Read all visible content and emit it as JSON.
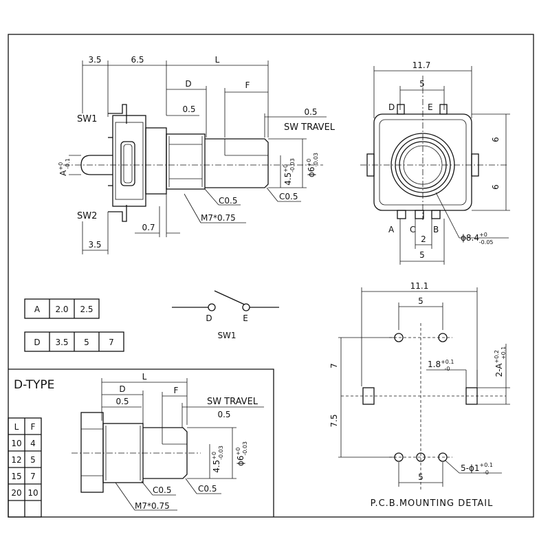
{
  "side_view": {
    "dim_3_5_top": "3.5",
    "dim_6_5": "6.5",
    "dim_L": "L",
    "dim_D": "D",
    "dim_F": "F",
    "dim_0_5_a": "0.5",
    "dim_0_5_b": "0.5",
    "sw_travel": "SW TRAVEL",
    "sw1": "SW1",
    "sw2": "SW2",
    "a_tol": "A",
    "a_tol_sup": "+0",
    "a_tol_sub": "-0.1",
    "d45": "4.5",
    "d45_sup": "+0",
    "d45_sub": "-0.03",
    "d6": "ɸ6",
    "d6_sup": "+0",
    "d6_sub": "-0.03",
    "c05_a": "C0.5",
    "c05_b": "C0.5",
    "m7": "M7*0.75",
    "dim_0_7": "0.7",
    "dim_3_5_bot": "3.5"
  },
  "front_view": {
    "dim_11_7": "11.7",
    "dim_5_top": "5",
    "pin_D": "D",
    "pin_E": "E",
    "dim_6_a": "6",
    "dim_6_b": "6",
    "pin_A": "A",
    "pin_C": "C",
    "pin_B": "B",
    "dim_2": "2",
    "dim_5_bot": "5",
    "dia_84": "ɸ8.4",
    "dia_84_sup": "+0",
    "dia_84_sub": "-0.05"
  },
  "table_A": [
    "A",
    "2.0",
    "2.5"
  ],
  "table_D": [
    "D",
    "3.5",
    "5",
    "7"
  ],
  "switch": {
    "pin_D": "D",
    "pin_E": "E",
    "label": "SW1"
  },
  "dtype": {
    "title": "D-TYPE",
    "dim_L": "L",
    "dim_D": "D",
    "dim_F": "F",
    "dim_0_5_a": "0.5",
    "dim_0_5_b": "0.5",
    "sw_travel": "SW TRAVEL",
    "d45": "4.5",
    "d45_sup": "+0",
    "d45_sub": "-0.03",
    "d6": "ɸ6",
    "d6_sup": "+0",
    "d6_sub": "-0.03",
    "c05_a": "C0.5",
    "c05_b": "C0.5",
    "m7": "M7*0.75",
    "lf_header": [
      "L",
      "F"
    ],
    "lf_rows": [
      [
        "10",
        "4"
      ],
      [
        "12",
        "5"
      ],
      [
        "15",
        "7"
      ],
      [
        "20",
        "10"
      ]
    ]
  },
  "pcb": {
    "dim_11_1": "11.1",
    "dim_5_top": "5",
    "dim_7": "7",
    "dim_7_5": "7.5",
    "dim_1_8": "1.8",
    "dim_1_8_sup": "+0.1",
    "dim_1_8_sub": "-0",
    "dim_2A": "2-A",
    "dim_2A_sup": "+0.2",
    "dim_2A_sub": "+0.1",
    "dim_5_bot": "5",
    "holes": "5-ɸ1",
    "holes_sup": "+0.1",
    "holes_sub": "-0",
    "caption": "P.C.B.MOUNTING DETAIL"
  }
}
